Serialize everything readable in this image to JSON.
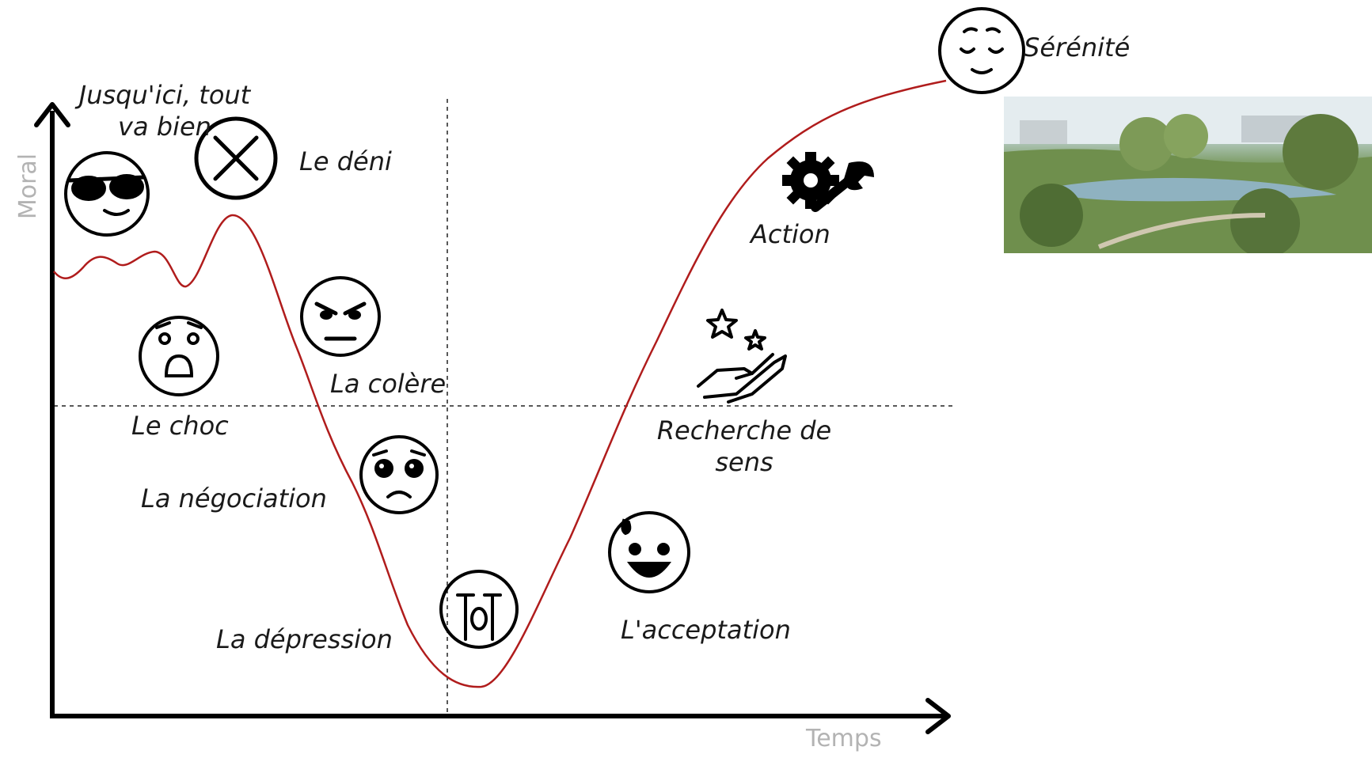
{
  "axes": {
    "y_label": "Moral",
    "x_label": "Temps"
  },
  "stages": [
    {
      "id": "jusquici",
      "label": "Jusqu'ici, tout va bien",
      "icon": "cool-sunglasses-face-icon"
    },
    {
      "id": "choc",
      "label": "Le choc",
      "icon": "shocked-face-icon"
    },
    {
      "id": "deni",
      "label": "Le déni",
      "icon": "denial-cross-icon"
    },
    {
      "id": "colere",
      "label": "La colère",
      "icon": "angry-face-icon"
    },
    {
      "id": "negociation",
      "label": "La négociation",
      "icon": "pleading-face-icon"
    },
    {
      "id": "depression",
      "label": "La dépression",
      "icon": "crying-face-icon"
    },
    {
      "id": "acceptation",
      "label": "L'acceptation",
      "icon": "relieved-sweat-face-icon"
    },
    {
      "id": "recherche",
      "label": "Recherche de sens",
      "icon": "hand-stars-icon"
    },
    {
      "id": "action",
      "label": "Action",
      "icon": "gear-wrench-icon"
    },
    {
      "id": "serenite",
      "label": "Sérénité",
      "icon": "serene-face-icon"
    }
  ],
  "colors": {
    "curve": "#b01c1c",
    "axis": "#000000",
    "axis_label": "#b3b3b3"
  },
  "photo": {
    "icon": "park-landscape-photo"
  }
}
